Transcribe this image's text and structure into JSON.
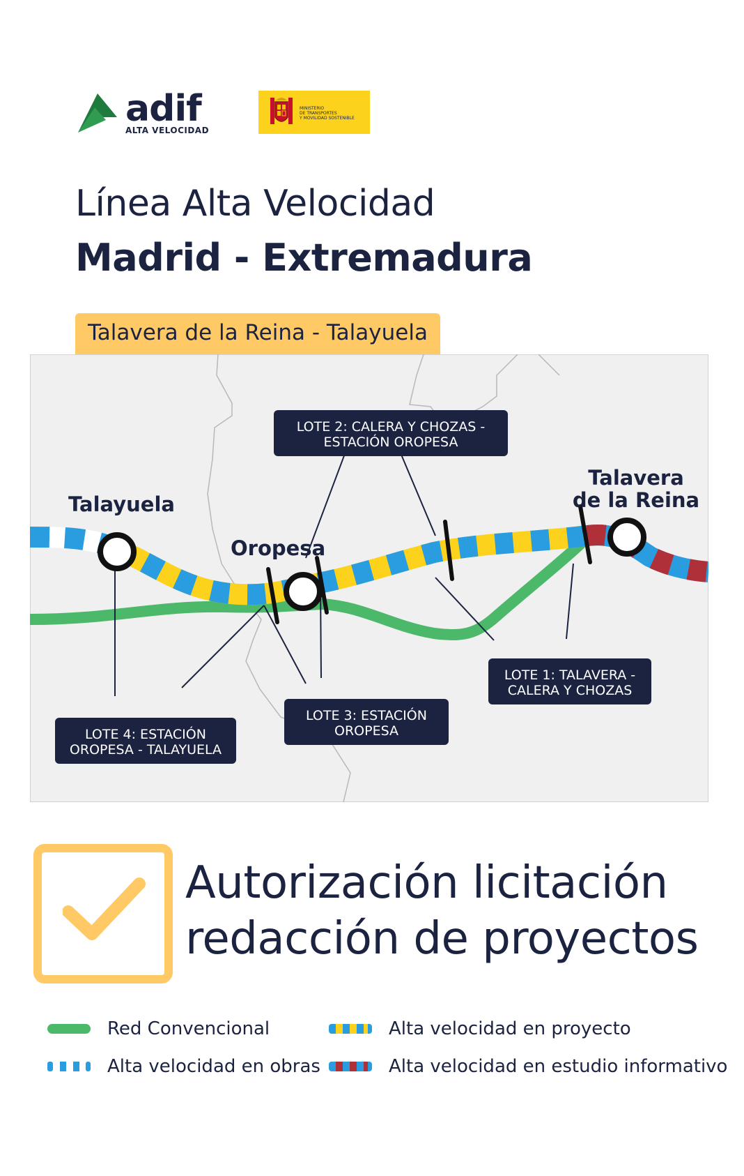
{
  "header": {
    "logo_word": "adif",
    "logo_sub": "ALTA VELOCIDAD",
    "ministry_lines": [
      "MINISTERIO",
      "DE TRANSPORTES",
      "Y MOVILIDAD SOSTENIBLE"
    ]
  },
  "title": {
    "line1": "Línea Alta Velocidad",
    "line2": "Madrid - Extremadura"
  },
  "section": "Talavera de la Reina - Talayuela",
  "map": {
    "cities": {
      "talayuela": "Talayuela",
      "oropesa": "Oropesa",
      "talavera_1": "Talavera",
      "talavera_2": "de la Reina"
    },
    "lots": {
      "lote1": [
        "LOTE 1: TALAVERA -",
        "CALERA Y CHOZAS"
      ],
      "lote2": [
        "LOTE 2: CALERA Y CHOZAS -",
        "ESTACIÓN OROPESA"
      ],
      "lote3": [
        "LOTE 3: ESTACIÓN",
        "OROPESA"
      ],
      "lote4": [
        "LOTE 4: ESTACIÓN",
        "OROPESA - TALAYUELA"
      ]
    }
  },
  "authorization": {
    "line1": "Autorización licitación",
    "line2": "redacción de proyectos"
  },
  "legend": {
    "conventional": "Red Convencional",
    "in_project": "Alta velocidad en proyecto",
    "in_works": "Alta velocidad en obras",
    "in_study": "Alta velocidad en estudio informativo"
  },
  "colors": {
    "navy": "#1b2340",
    "green": "#4cb86a",
    "blue": "#2a9de0",
    "yellow": "#fcd21c",
    "red": "#b0303a",
    "tag": "#ffc965",
    "map_bg": "#f0f0f0"
  }
}
